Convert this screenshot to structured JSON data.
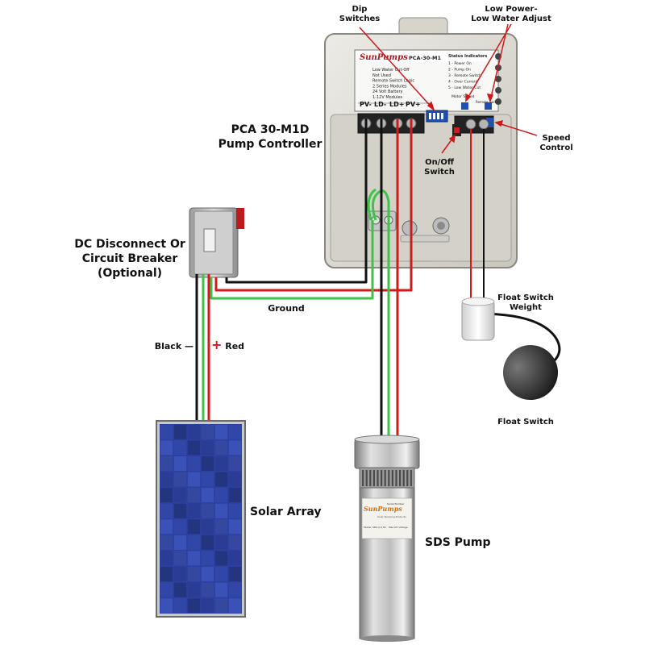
{
  "labels": {
    "controller_title": [
      "PCA 30-M1D",
      "Pump Controller"
    ],
    "dip_switches": [
      "Dip",
      "Switches"
    ],
    "low_power": [
      "Low Power-",
      "Low Water Adjust"
    ],
    "speed_control": [
      "Speed",
      "Control"
    ],
    "on_off_switch": [
      "On/Off",
      "Switch"
    ],
    "disconnect": [
      "DC Disconnect Or",
      "Circuit Breaker",
      "(Optional)"
    ],
    "ground": "Ground",
    "black": "Black",
    "black_sign": "—",
    "red_sign": "+",
    "red": "Red",
    "float_switch_weight": [
      "Float Switch",
      "Weight"
    ],
    "float_switch": "Float Switch",
    "solar_array": "Solar Array",
    "sds_pump": "SDS Pump"
  },
  "controller_panel": {
    "brand": "SunPumps",
    "model": "PCA-30-M1",
    "settings": [
      "Low Water Cut-Off",
      "Not Used",
      "Remote Switch Logic",
      "2 Series Modules",
      "24 Volt Battery",
      "1-12V Modules"
    ],
    "status_title": "Status Indicators",
    "status_items": [
      "1 - Power On",
      "2 - Pump On",
      "3 - Remote Switch",
      "4 - Over Current",
      "5 - Low Water Cut"
    ],
    "terminals": [
      "PV-",
      "LD-",
      "LD+",
      "PV+"
    ],
    "motor_speed": "Motor Speed",
    "remote_switch": "Remote Switch"
  },
  "pump_label": {
    "brand": "SunPumps",
    "tagline": "Solar Pumping Products",
    "serial": "Serial Number",
    "model": "Model: SDS-Q-130",
    "voltage": "Max DC Voltage"
  },
  "colors": {
    "wire_black": "#111111",
    "wire_red": "#d11a1a",
    "wire_green": "#3fc24a",
    "callout": "#d0181b",
    "enclosure": "#dedbd3",
    "panel_cell": "#2d3fa0",
    "pump_steel": "#b9b9b9"
  }
}
